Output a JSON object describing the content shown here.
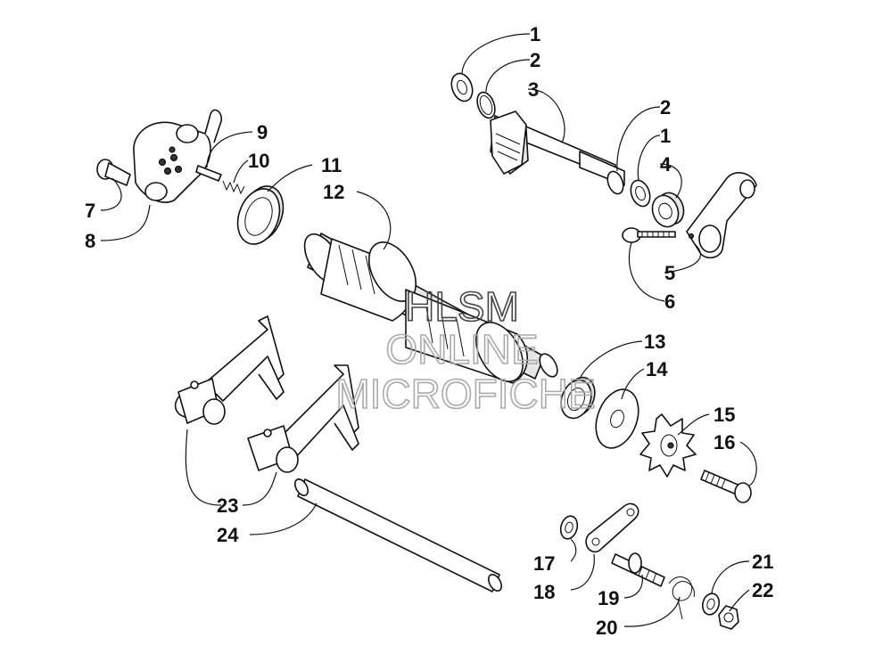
{
  "watermark": {
    "line1": "HLSM",
    "line2": "ONLINE",
    "line3": "MICROFICHE"
  },
  "callouts": {
    "c1a": "1",
    "c2a": "2",
    "c3": "3",
    "c2b": "2",
    "c1b": "1",
    "c4": "4",
    "c5": "5",
    "c6": "6",
    "c7": "7",
    "c8": "8",
    "c9": "9",
    "c10": "10",
    "c11": "11",
    "c12": "12",
    "c13": "13",
    "c14": "14",
    "c15": "15",
    "c16": "16",
    "c17": "17",
    "c18": "18",
    "c19": "19",
    "c20": "20",
    "c21": "21",
    "c22": "22",
    "c23": "23",
    "c24": "24"
  }
}
